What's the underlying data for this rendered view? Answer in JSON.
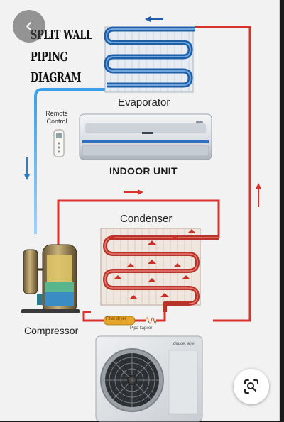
{
  "diagram": {
    "title_lines": [
      "SPLIT WALL",
      "PIPING",
      "DIAGRAM"
    ],
    "labels": {
      "evaporator": "Evaporator",
      "remote": "Remote Control",
      "indoor_unit": "INDOOR UNIT",
      "condenser": "Condenser",
      "compressor": "Compressor",
      "filter_dryer": "Filter dryer",
      "capillary": "Pipa kapiler",
      "brand": "deuce, aire"
    }
  },
  "colors": {
    "hot_line": "#d9322c",
    "cold_line": "#3a9ee8",
    "coil_blue": "#1f5fa8",
    "background": "#f2f2f3"
  },
  "icons": {
    "back": "chevron-left-icon",
    "lens": "visual-search-icon"
  }
}
